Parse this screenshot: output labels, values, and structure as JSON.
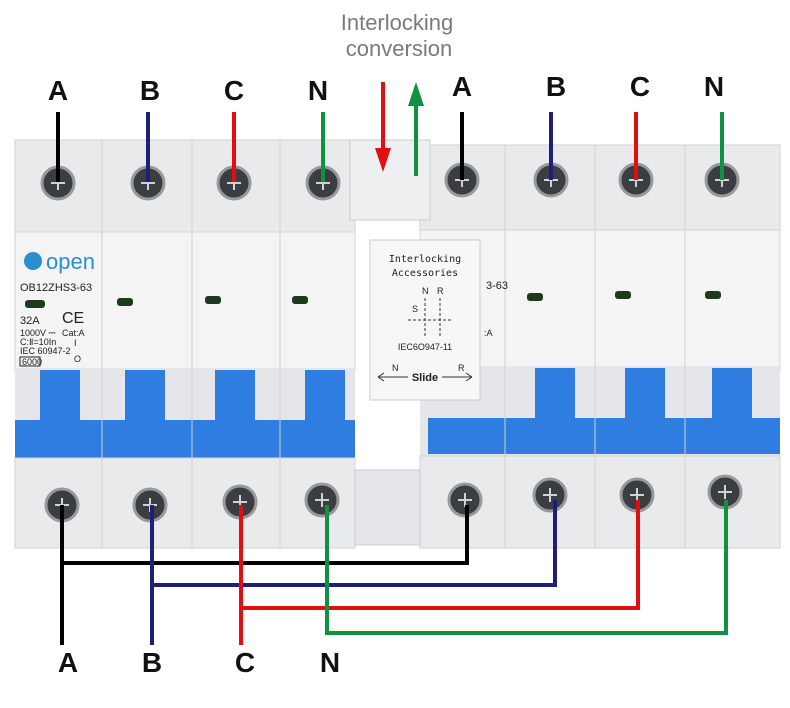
{
  "title": {
    "line1": "Interlocking",
    "line2": "conversion"
  },
  "top_labels_left": [
    "A",
    "B",
    "C",
    "N"
  ],
  "top_labels_right": [
    "A",
    "B",
    "C",
    "N"
  ],
  "bottom_labels": [
    "A",
    "B",
    "C",
    "N"
  ],
  "colors": {
    "A": "#000000",
    "B": "#1f1f7a",
    "C": "#e01010",
    "N": "#109040",
    "handle": "#2f7de0",
    "arrow_down": "#e01010",
    "arrow_up": "#109040",
    "brand": "#2a8fd0"
  },
  "breaker": {
    "brand": "open",
    "model": "OB12ZHS3-63",
    "model_right": "3-63",
    "rating": "32A",
    "voltage": "1000V ⎓",
    "breaking": "C:Ⅱ=10In",
    "standard": "IEC 60947-2",
    "capacity": "6000",
    "cat": "Cat:A",
    "cat_right": ":A",
    "on": "I",
    "off": "O"
  },
  "accessory": {
    "line1": "Interlocking",
    "line2": "Accessories",
    "n": "N",
    "r": "R",
    "s": "S",
    "standard": "IEC6O947-11",
    "slide": "Slide",
    "slide_n": "N",
    "slide_r": "R"
  }
}
